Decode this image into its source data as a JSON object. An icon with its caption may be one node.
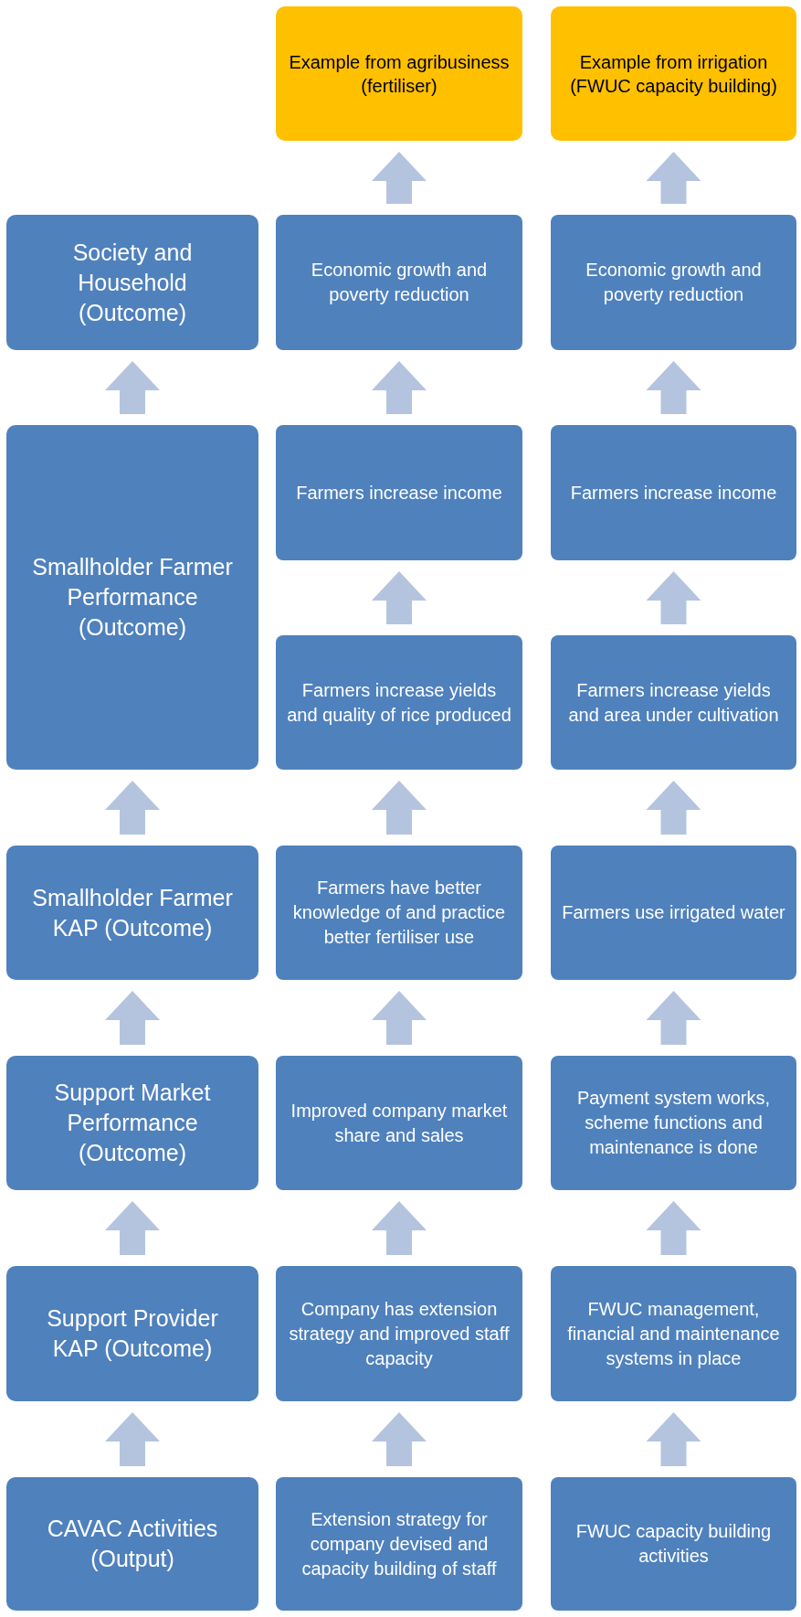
{
  "diagram": {
    "nodes": [
      {
        "text": [
          "Example from agribusiness (fertiliser)"
        ]
      },
      {
        "text": [
          "Example from irrigation (FWUC capacity building)"
        ]
      },
      {
        "text": [
          "Society and Household (Outcome)"
        ]
      },
      {
        "text": [
          "Economic growth and poverty reduction"
        ]
      },
      {
        "text": [
          "Economic growth and poverty reduction"
        ]
      },
      {
        "text": [
          "Smallholder Farmer Performance (Outcome)"
        ]
      },
      {
        "text": [
          "Farmers increase income"
        ]
      },
      {
        "text": [
          "Farmers increase income"
        ]
      },
      {
        "text": [
          "Farmers increase yields and quality of rice produced"
        ]
      },
      {
        "text": [
          "Farmers increase yields and area under cultivation"
        ]
      },
      {
        "text": [
          "Smallholder Farmer KAP (Outcome)"
        ]
      },
      {
        "text": [
          "Farmers have better knowledge of and practice better fertiliser use"
        ]
      },
      {
        "text": [
          "Farmers use irrigated water"
        ]
      },
      {
        "text": [
          "Support Market Performance (Outcome)"
        ]
      },
      {
        "text": [
          "Improved company market share and sales"
        ]
      },
      {
        "text": [
          "Payment system works, scheme functions and maintenance is done"
        ]
      },
      {
        "text": [
          "Support Provider KAP (Outcome)"
        ]
      },
      {
        "text": [
          "Company has extension strategy and improved staff capacity"
        ]
      },
      {
        "text": [
          "FWUC management, financial and maintenance systems in place"
        ]
      },
      {
        "text": [
          "CAVAC Activities (Output)"
        ]
      },
      {
        "text": [
          "Extension strategy for company devised and capacity  building of staff"
        ]
      },
      {
        "text": [
          "FWUC capacity building activities"
        ]
      }
    ],
    "edges": [
      {
        "from": 19,
        "to": 16,
        "arrow": "to"
      },
      {
        "from": 16,
        "to": 13,
        "arrow": "to"
      },
      {
        "from": 13,
        "to": 10,
        "arrow": "to"
      },
      {
        "from": 10,
        "to": 5,
        "arrow": "to"
      },
      {
        "from": 5,
        "to": 2,
        "arrow": "to"
      },
      {
        "from": 20,
        "to": 17,
        "arrow": "to"
      },
      {
        "from": 17,
        "to": 14,
        "arrow": "to"
      },
      {
        "from": 14,
        "to": 11,
        "arrow": "to"
      },
      {
        "from": 11,
        "to": 8,
        "arrow": "to"
      },
      {
        "from": 8,
        "to": 6,
        "arrow": "to"
      },
      {
        "from": 6,
        "to": 3,
        "arrow": "to"
      },
      {
        "from": 3,
        "to": 0,
        "arrow": "to"
      },
      {
        "from": 21,
        "to": 18,
        "arrow": "to"
      },
      {
        "from": 18,
        "to": 15,
        "arrow": "to"
      },
      {
        "from": 15,
        "to": 12,
        "arrow": "to"
      },
      {
        "from": 12,
        "to": 9,
        "arrow": "to"
      },
      {
        "from": 9,
        "to": 7,
        "arrow": "to"
      },
      {
        "from": 7,
        "to": 4,
        "arrow": "to"
      },
      {
        "from": 4,
        "to": 1,
        "arrow": "to"
      }
    ]
  }
}
